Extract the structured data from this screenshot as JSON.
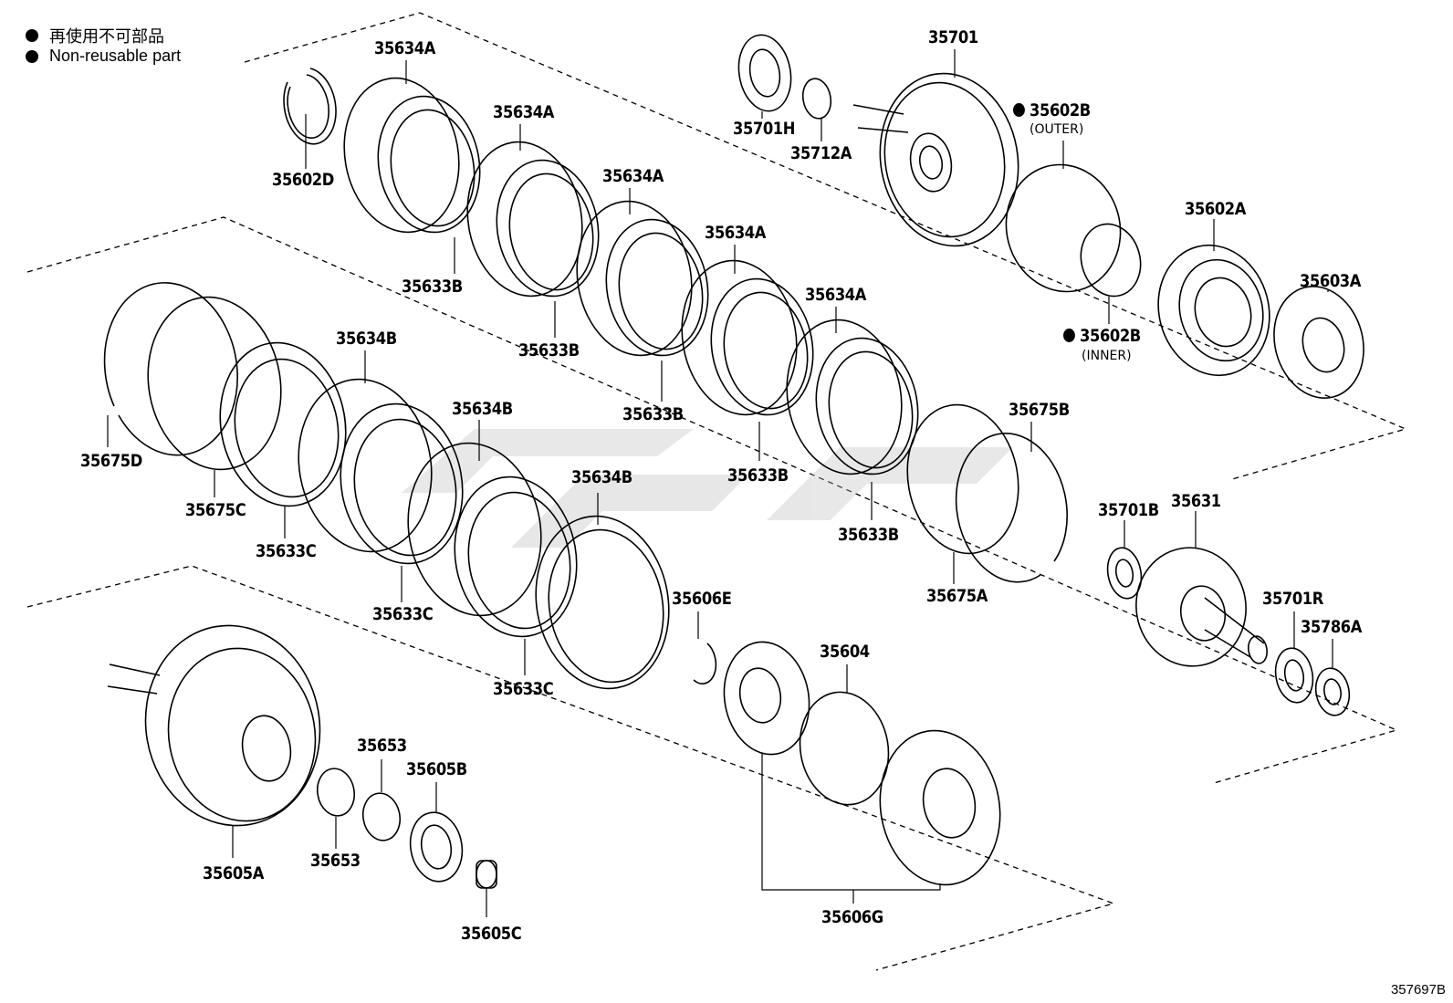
{
  "legend": {
    "japanese": "再使用不可部品",
    "english": "Non-reusable part"
  },
  "labels": {
    "p35634A_1": "35634A",
    "p35634A_2": "35634A",
    "p35634A_3": "35634A",
    "p35634A_4": "35634A",
    "p35634A_5": "35634A",
    "p35602D": "35602D",
    "p35633B_1": "35633B",
    "p35633B_2": "35633B",
    "p35633B_3": "35633B",
    "p35633B_4": "35633B",
    "p35633B_5": "35633B",
    "p35701H": "35701H",
    "p35712A": "35712A",
    "p35701": "35701",
    "p35602B_outer": "35602B",
    "outer_note": "(OUTER)",
    "p35602B_inner": "35602B",
    "inner_note": "(INNER)",
    "p35602A": "35602A",
    "p35603A": "35603A",
    "p35675D": "35675D",
    "p35675C": "35675C",
    "p35634B_1": "35634B",
    "p35634B_2": "35634B",
    "p35634B_3": "35634B",
    "p35633C_1": "35633C",
    "p35633C_2": "35633C",
    "p35633C_3": "35633C",
    "p35675B": "35675B",
    "p35675A": "35675A",
    "p35701B": "35701B",
    "p35631": "35631",
    "p35701R": "35701R",
    "p35786A": "35786A",
    "p35606E": "35606E",
    "p35604": "35604",
    "p35653_1": "35653",
    "p35653_2": "35653",
    "p35605B": "35605B",
    "p35605A": "35605A",
    "p35605C": "35605C",
    "p35606G": "35606G"
  },
  "diagram_id": "357697B"
}
